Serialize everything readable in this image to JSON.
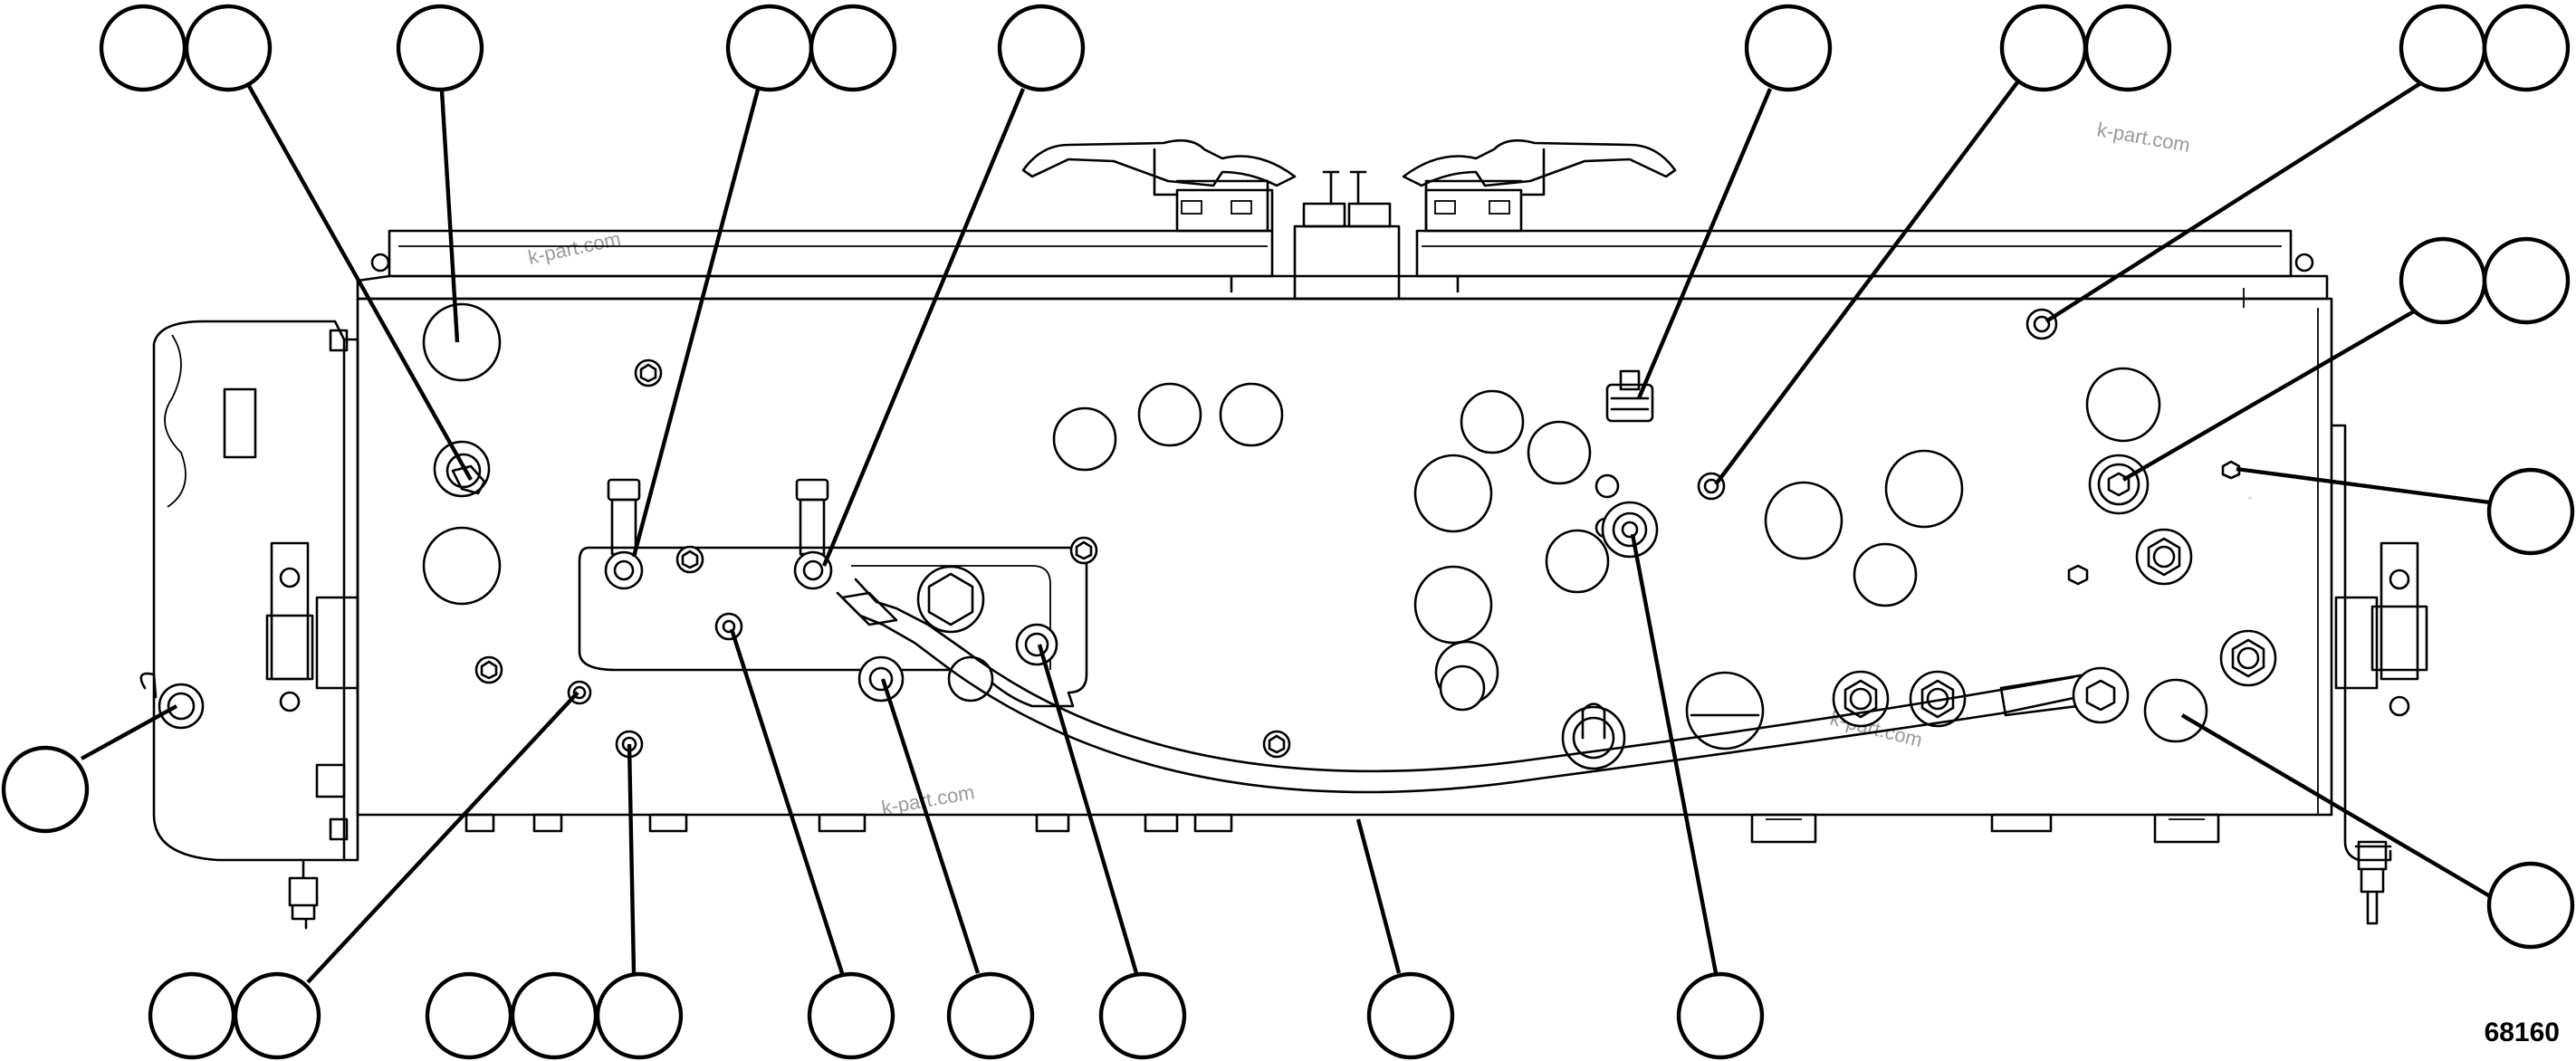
{
  "figure_number": "68160",
  "watermark": "k-part.com",
  "callout_groups": [
    {
      "id": "top-1",
      "bubbles": 2
    },
    {
      "id": "top-2",
      "bubbles": 1
    },
    {
      "id": "top-3",
      "bubbles": 2
    },
    {
      "id": "top-4",
      "bubbles": 1
    },
    {
      "id": "top-5",
      "bubbles": 1
    },
    {
      "id": "top-6",
      "bubbles": 2
    },
    {
      "id": "top-7",
      "bubbles": 2
    },
    {
      "id": "right-1",
      "bubbles": 2
    },
    {
      "id": "right-2",
      "bubbles": 1
    },
    {
      "id": "right-3",
      "bubbles": 1
    },
    {
      "id": "left-1",
      "bubbles": 1
    },
    {
      "id": "bottom-1",
      "bubbles": 2
    },
    {
      "id": "bottom-2",
      "bubbles": 3
    },
    {
      "id": "bottom-3",
      "bubbles": 1
    },
    {
      "id": "bottom-4",
      "bubbles": 1
    },
    {
      "id": "bottom-5",
      "bubbles": 1
    },
    {
      "id": "bottom-6",
      "bubbles": 1
    },
    {
      "id": "bottom-7",
      "bubbles": 1
    }
  ]
}
